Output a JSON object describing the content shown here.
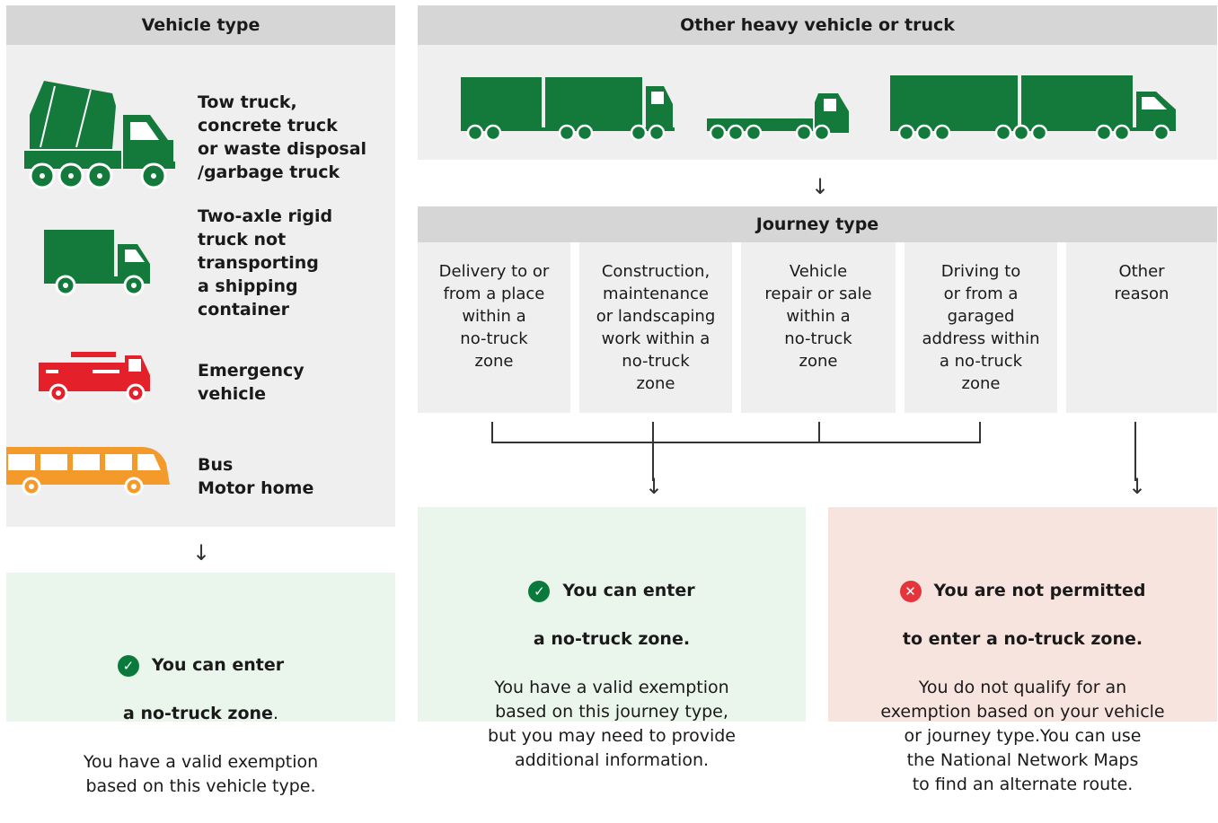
{
  "vehicle_panel": {
    "header": "Vehicle type",
    "items": [
      {
        "label": "Tow truck,\nconcrete truck\nor waste disposal\n/garbage truck",
        "icon": "concrete-truck-icon"
      },
      {
        "label": "Two-axle rigid\ntruck not\ntransporting\na shipping\ncontainer",
        "icon": "rigid-truck-icon"
      },
      {
        "label": "Emergency\nvehicle",
        "icon": "fire-truck-icon"
      },
      {
        "label": "Bus\nMotor home",
        "icon": "bus-icon"
      }
    ],
    "arrow": "↓"
  },
  "heavy_panel": {
    "header": "Other heavy vehicle or truck",
    "icons": [
      "b-double-truck-icon",
      "flatbed-truck-icon",
      "road-train-icon"
    ],
    "arrow": "↓"
  },
  "journey": {
    "header": "Journey type",
    "types": [
      "Delivery to or\nfrom a place\nwithin a\nno-truck\nzone",
      "Construction,\nmaintenance\nor landscaping\nwork within a\nno-truck\nzone",
      "Vehicle\nrepair or sale\nwithin a\nno-truck\nzone",
      "Driving to\nor from a\ngaraged\naddress within\na no-truck\nzone",
      "Other\nreason"
    ]
  },
  "results": {
    "vehicle_ok": {
      "title_line1": "You can enter",
      "title_line2": "a no-truck zone",
      "title_suffix": ".",
      "body": "You have a valid exemption\nbased on this vehicle type."
    },
    "journey_ok": {
      "title_line1": "You can enter",
      "title_line2": "a no-truck zone.",
      "body": "You have a valid exemption\nbased on this journey type,\nbut you may need to provide\nadditional information."
    },
    "not_permitted": {
      "title_line1": "You are not permitted",
      "title_line2": "to enter a no-truck zone.",
      "body": "You do not qualify for an\nexemption based on your vehicle\nor journey type.You can use\nthe National Network Maps\nto find an alternate route."
    }
  },
  "colors": {
    "truck_green": "#137a3c",
    "emergency_red": "#e4202a",
    "bus_orange": "#f39a2b",
    "header_grey": "#d6d6d6",
    "panel_grey": "#efefef",
    "ok_green_bg": "#eaf5ec",
    "no_red_bg": "#f8e4df",
    "check_green": "#0a7a3c",
    "cross_red": "#e4343c"
  }
}
